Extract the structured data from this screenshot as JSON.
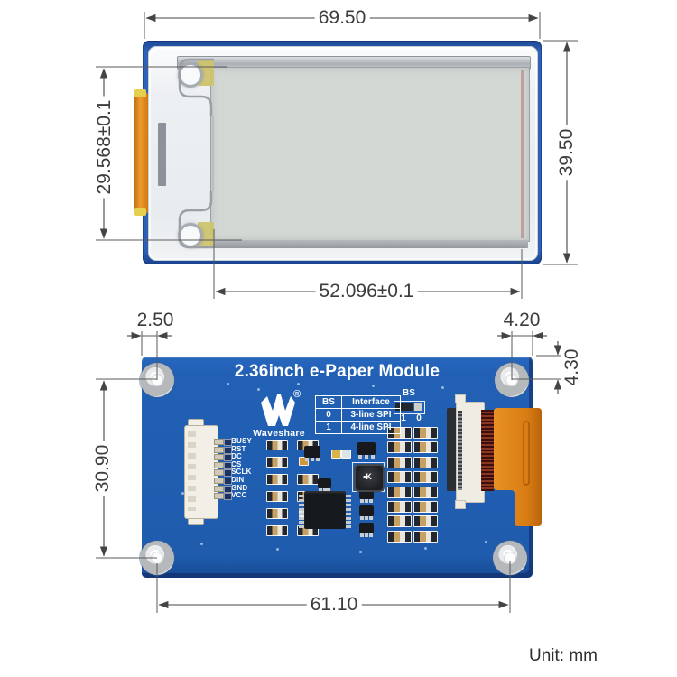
{
  "unit_label": "Unit: mm",
  "colors": {
    "pcb_blue": "#2160b4",
    "module_frame_blue": "#2e60b4",
    "flex_orange": "#e0821c",
    "dim_text": "#3c3c3c"
  },
  "top_view": {
    "dims": {
      "overall_width": "69.50",
      "overall_height": "39.50",
      "active_area_width": "52.096±0.1",
      "active_area_height": "29.568±0.1"
    }
  },
  "pcb_view": {
    "title": "2.36inch e-Paper Module",
    "brand": "Waveshare",
    "registered_mark": "®",
    "dims": {
      "hole_left_edge_offset": "2.50",
      "hole_right_edge_offset": "4.20",
      "hole_top_edge_offset": "4.30",
      "hole_vertical_pitch": "30.90",
      "hole_horizontal_pitch": "61.10"
    },
    "bs_table": {
      "headers": [
        "BS",
        "Interface"
      ],
      "rows": [
        [
          "0",
          "3-line SPI"
        ],
        [
          "1",
          "4-line SPI"
        ]
      ]
    },
    "bs_jumper": {
      "label": "BS",
      "options": [
        "1",
        "0"
      ]
    },
    "pins": [
      "BUSY",
      "RST",
      "DC",
      "CS",
      "SCLK",
      "DIN",
      "GND",
      "VCC"
    ],
    "inductor_marking": "•K"
  }
}
